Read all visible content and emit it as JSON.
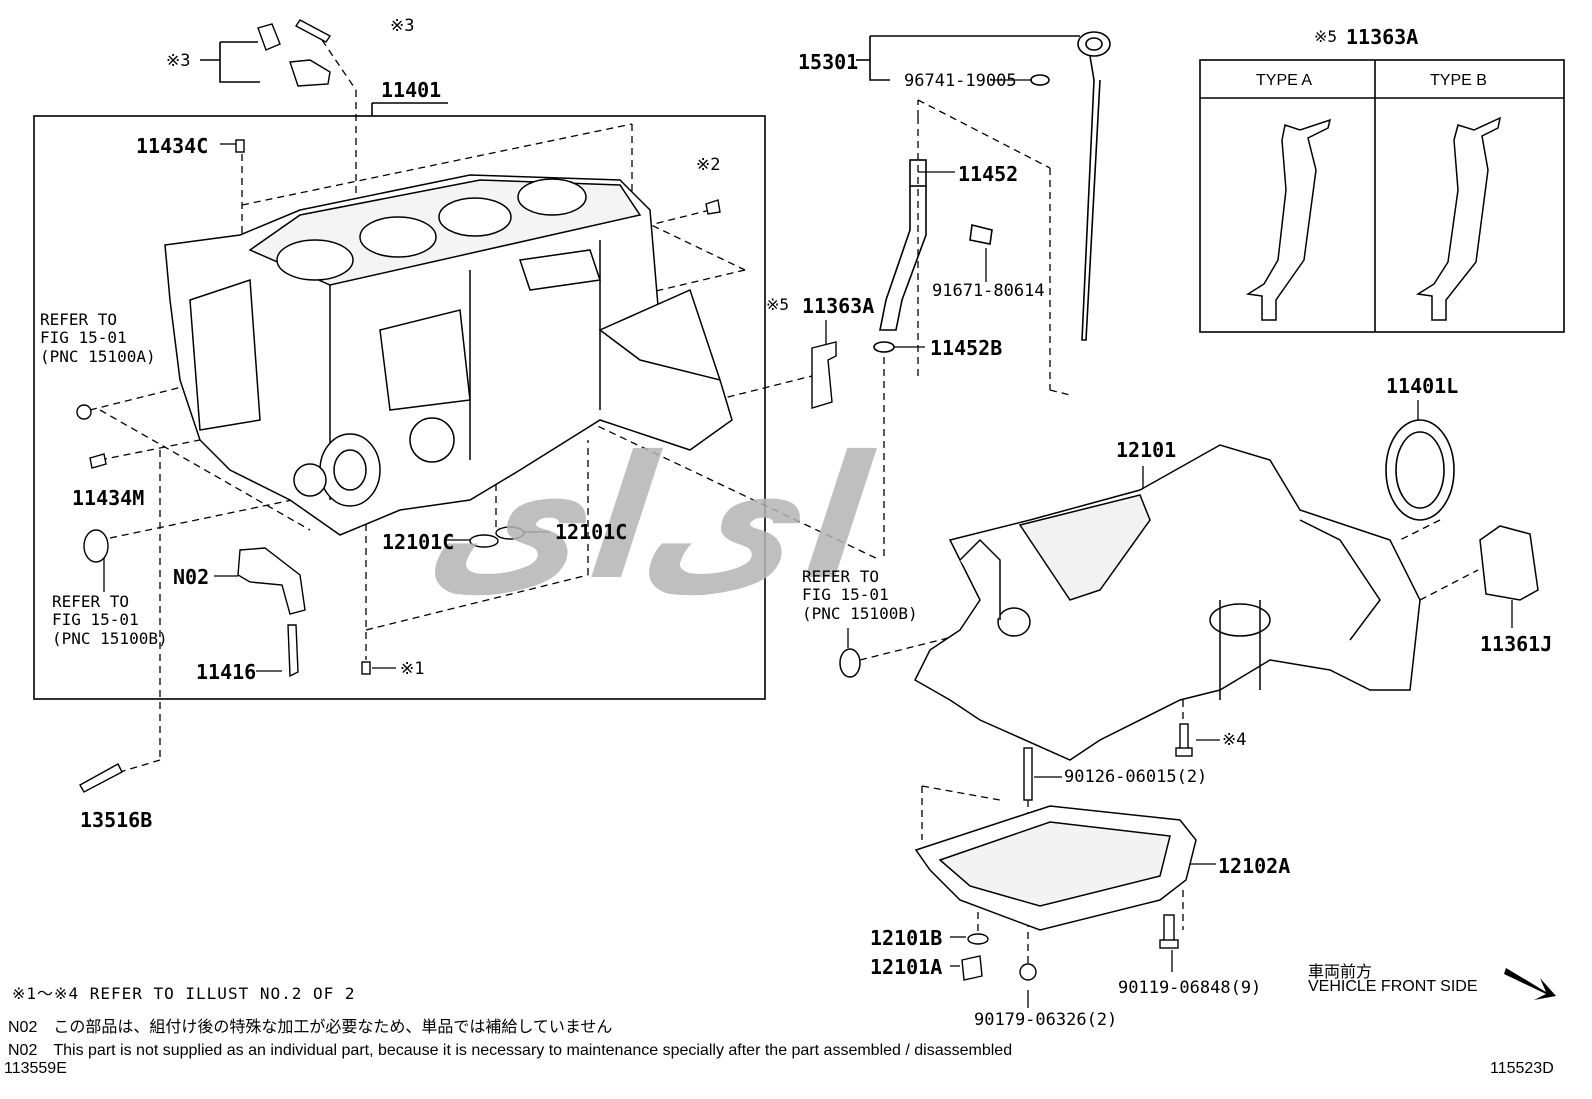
{
  "labels": {
    "p11401": "11401",
    "p11434C": "11434C",
    "s2": "※2",
    "s3a": "※3",
    "s3b": "※3",
    "p15301": "15301",
    "p96741": "96741-19005",
    "p11452": "11452",
    "p91671": "91671-80614",
    "s5a": "※5",
    "p11363A_mid": "11363A",
    "p11452B": "11452B",
    "p11434M": "11434M",
    "p12101C_a": "12101C",
    "p12101C_b": "12101C",
    "pN02": "N02",
    "p11416": "11416",
    "s1": "※1",
    "p13516B": "13516B",
    "p12101": "12101",
    "p11401L": "11401L",
    "p11361J": "11361J",
    "s4": "※4",
    "p90126": "90126-06015(2)",
    "p12102A": "12102A",
    "p12101B": "12101B",
    "p12101A": "12101A",
    "p90179": "90179-06326(2)",
    "p90119": "90119-06848(9)",
    "s5b": "※5",
    "p11363A_top": "11363A",
    "typeA": "TYPE A",
    "typeB": "TYPE B"
  },
  "refs": {
    "ref1": [
      "REFER TO",
      "FIG 15-01",
      "(PNC 15100A)"
    ],
    "ref2": [
      "REFER TO",
      "FIG 15-01",
      "(PNC 15100B)"
    ],
    "ref3": [
      "REFER TO",
      "FIG 15-01",
      "(PNC 15100B)"
    ]
  },
  "front": {
    "jp": "車両前方",
    "en": "VEHICLE FRONT SIDE"
  },
  "notes": {
    "refer_illust": "※1～※4 REFER TO ILLUST NO.2 OF 2",
    "n02_jp": "N02　この部品は、組付け後の特殊な加工が必要なため、単品では補給していません",
    "n02_en": "N02　This part is not supplied as an individual part, because it is necessary to maintenance specially after the part assembled / disassembled",
    "code_left": "113559E",
    "code_right": "115523D"
  },
  "watermark": "ای‌ای"
}
